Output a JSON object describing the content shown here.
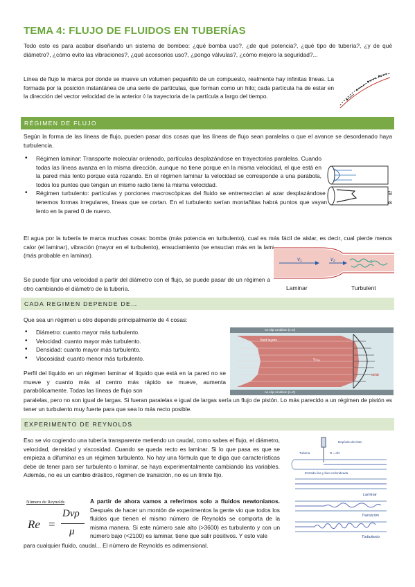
{
  "title": "TEMA 4: FLUJO DE FLUIDOS EN TUBERÍAS",
  "intro": "Todo esto es para acabar diseñando un sistema de bombeo: ¿qué bomba uso?, ¿de qué potencia?, ¿qué tipo de tubería?, ¿y de qué diámetro?, ¿cómo evito las vibraciones?, ¿qué accesorios uso?, ¿pongo válvulas?, ¿cómo mejoro la seguridad?...",
  "streamline_text": "Línea de flujo te marca por donde se mueve un volumen pequeñito de un compuesto, realmente hay infinitas líneas. La formada por la posición instantánea de una serie de partículas, que forman como un hilo; cada partícula ha de estar en la dirección del vector velocidad de la anterior ◊ la trayectoria de la partícula a largo del tiempo.",
  "sections": {
    "regimen": "RÉGIMEN DE FLUJO",
    "cada": "CADA REGIMEN DEPENDE DE…",
    "reynolds": "EXPERIMENTO DE REYNOLDS"
  },
  "regimen_intro": "Según la forma de las líneas de flujo, pueden pasar dos cosas que las líneas de flujo sean paralelas o que el avance se desordenado haya turbulencia.",
  "regimen_bullets": [
    "Régimen laminar: Transporte molecular ordenado, partículas desplazándose en trayectorias paralelas. Cuando todas las líneas avanza en la misma dirección, aunque no tiene porque en la misma velocidad, el que está en la pared más lento porque está rozando. En el régimen laminar la velocidad se corresponde a una parábola, todos los puntos que tengan un mismo radio tiene la misma velocidad.",
    "Régimen turbulento: partículas y porciones macroscópicas del fluido se entremezclan al azar desplazándose en todas direcciones. Si tenemos formas irregulares, líneas que se cortan. En el turbulento serían montañitas habrá puntos que vayan más rápido y otros más lento en la pared 0 de nuevo."
  ],
  "water_text": "El agua por la tubería te marca muchas cosas: bomba (más potencia en turbulento), cual es más fácil de aislar, es decir, cual pierde menos calor (el laminar), vibración (mayor en el turbulento), ensuciamiento (se ensucian más en la laminar, en turbulento resuspende), atascamiento (más probable en laminar).",
  "diameter_text": "Se puede fijar una velocidad a partir del diámetro con el flujo, se puede pasar de un régimen a otro cambiando el diámetro de la tubería.",
  "flow_fig": {
    "v1": "v₁",
    "v2": "v₂",
    "laminar": "Laminar",
    "turbulent": "Turbulent"
  },
  "cada_intro": "Que sea un régimen u otro depende principalmente de 4 cosas:",
  "cada_bullets": [
    "Diámetro: cuanto mayor más turbulento.",
    "Velocidad: cuanto mayor más turbulento.",
    "Densidad: cuanto mayor más turbulento.",
    "Viscosidad: cuanto menor más turbulento."
  ],
  "profile_text": "Perfil del líquido en un régimen laminar el líquido que está en la pared no se mueve y cuanto más al centro más rápido se mueve, aumenta parabólicamente. Todas las líneas de flujo son",
  "profile_text2": "paralelas, pero no son igual de largas. Si fueran paralelas e igual de largas sería un flujo de pistón. Lo más parecido a un régimen de pistón es tener un turbulento muy fuerte para que sea lo más recto posible.",
  "profile_fig": {
    "top": "no-slip condition (v=0)",
    "layers": "fluid layers",
    "vmax": "Vₘₐₓ",
    "bottom": "no-slip condition (v=0)",
    "slope": "dv/dr"
  },
  "reynolds_text": "Eso se vio cogiendo una tubería transparente metiendo un caudal, como sabes el flujo, el diámetro, velocidad, densidad y viscosidad. Cuando se queda recto es laminar. Si lo que pasa es que se empieza a difuminar es un régimen turbulento. No hay una fórmula que te diga que características debe de tener para ser turbulento o laminar, se haya experimentalmente cambiando las variables. Además, no es un cambio drástico, régimen de transición, no es un límite fijo.",
  "newtonian_bold": "A partir de ahora vamos a referirnos solo a fluidos newtonianos.",
  "newtonian_text": " Después de hacer un montón de experimentos la gente vio que todos los fluidos que tienen el mismo número de Reynolds se comporta de la misma manera. Si este número sale alto (>3600) es turbulento y con un número bajo (<2100) es laminar, tiene que salir positivos. Y esto vale",
  "newtonian_text2": "para cualquier fluido, caudal... El número de Reynolds es adimensional.",
  "formula": {
    "caption": "Número de Reynolds",
    "re": "Re",
    "eq": "=",
    "num": "Dvρ",
    "den": "μ"
  },
  "reynolds_fig": {
    "tubo": "Tubería",
    "deposito": "Depósito de tinta",
    "diam": "D = d/s",
    "entrada": "Entrada lisa y bien redondeada",
    "laminar": "Laminar",
    "transicion": "Transición",
    "turbulento": "Turbulento"
  }
}
